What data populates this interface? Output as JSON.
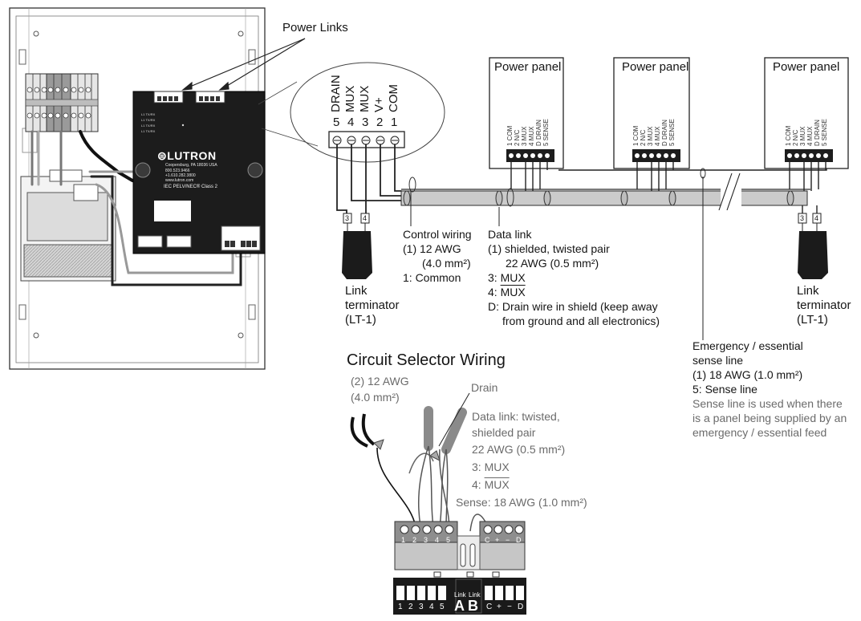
{
  "callouts": {
    "power_links": "Power Links",
    "circuit_selector_heading": "Circuit Selector Wiring"
  },
  "device": {
    "brand": "LUTRON",
    "address": "Coopersburg, PA 18036 USA",
    "phone1": "800.523.9466",
    "phone2": "+1.610.282.3800",
    "web": "www.lutron.com",
    "class_label": "IEC PELV/NEC® Class 2",
    "link_labels": [
      "L1 TX/RX",
      "L1 TX/RX",
      "L1 TX/RX",
      "L1 TX/RX"
    ]
  },
  "connector_pins": [
    {
      "num": "5",
      "name": "DRAIN"
    },
    {
      "num": "4",
      "name": "MUX"
    },
    {
      "num": "3",
      "name": "MUX"
    },
    {
      "num": "2",
      "name": "V+"
    },
    {
      "num": "1",
      "name": "COM"
    }
  ],
  "power_panels": [
    {
      "title": "Power panel"
    },
    {
      "title": "Power panel"
    },
    {
      "title": "Power panel"
    }
  ],
  "panel_terminals": [
    "1 COM",
    "2 N/C",
    "3 MUX",
    "4 MUX",
    "D DRAIN",
    "5 SENSE"
  ],
  "terminator_left": {
    "line1": "Link",
    "line2": "terminator",
    "line3": "(LT-1)",
    "pin_a": "3",
    "pin_b": "4"
  },
  "terminator_right": {
    "line1": "Link",
    "line2": "terminator",
    "line3": "(LT-1)",
    "pin_a": "3",
    "pin_b": "4"
  },
  "control_wiring": {
    "line1": "Control wiring",
    "line2": "(1) 12 AWG",
    "line3": "(4.0 mm²)",
    "line4": "1: Common"
  },
  "data_link": {
    "line1": "Data link",
    "line2": "(1) shielded, twisted pair",
    "line3": "22 AWG (0.5 mm²)",
    "line4_num": "3: ",
    "line4_word": "MUX",
    "line5_num": "4: ",
    "line5_word": "MUX",
    "line6": "D: Drain wire in shield (keep away",
    "line7": "from ground and all electronics)"
  },
  "emergency": {
    "line1": "Emergency / essential",
    "line2": "sense line",
    "line3": "(1) 18 AWG (1.0 mm²)",
    "line4": "5: Sense line",
    "line5": "Sense line is used when there",
    "line6": "is a panel being supplied by an",
    "line7": "emergency / essential feed"
  },
  "selector": {
    "awg_line1": "(2) 12 AWG",
    "awg_line2": "(4.0 mm²)",
    "drain": "Drain",
    "dl_line1": "Data link: twisted,",
    "dl_line2": "shielded pair",
    "dl_line3": "22 AWG (0.5 mm²)",
    "mux_num": "3: ",
    "mux_word": "MUX",
    "muxbar_num": "4: ",
    "muxbar_word": "MUX",
    "sense": "Sense: 18 AWG (1.0 mm²)",
    "block_left_nums": [
      "1",
      "2",
      "3",
      "4",
      "5"
    ],
    "block_right_nums": [
      "C",
      "+",
      "−",
      "D"
    ],
    "bottom_left_nums": [
      "1",
      "2",
      "3",
      "4",
      "5"
    ],
    "bottom_link_labels": [
      "Link",
      "Link"
    ],
    "bottom_big_letters": [
      "A",
      "B"
    ],
    "bottom_right_nums": [
      "C",
      "+",
      "−",
      "D"
    ]
  },
  "colors": {
    "ink": "#151515",
    "grey_text": "#6b6b6b",
    "cable_fill": "#c9c9c9",
    "device_black": "#1c1c1c",
    "wire_grey": "#8d8d8d"
  }
}
